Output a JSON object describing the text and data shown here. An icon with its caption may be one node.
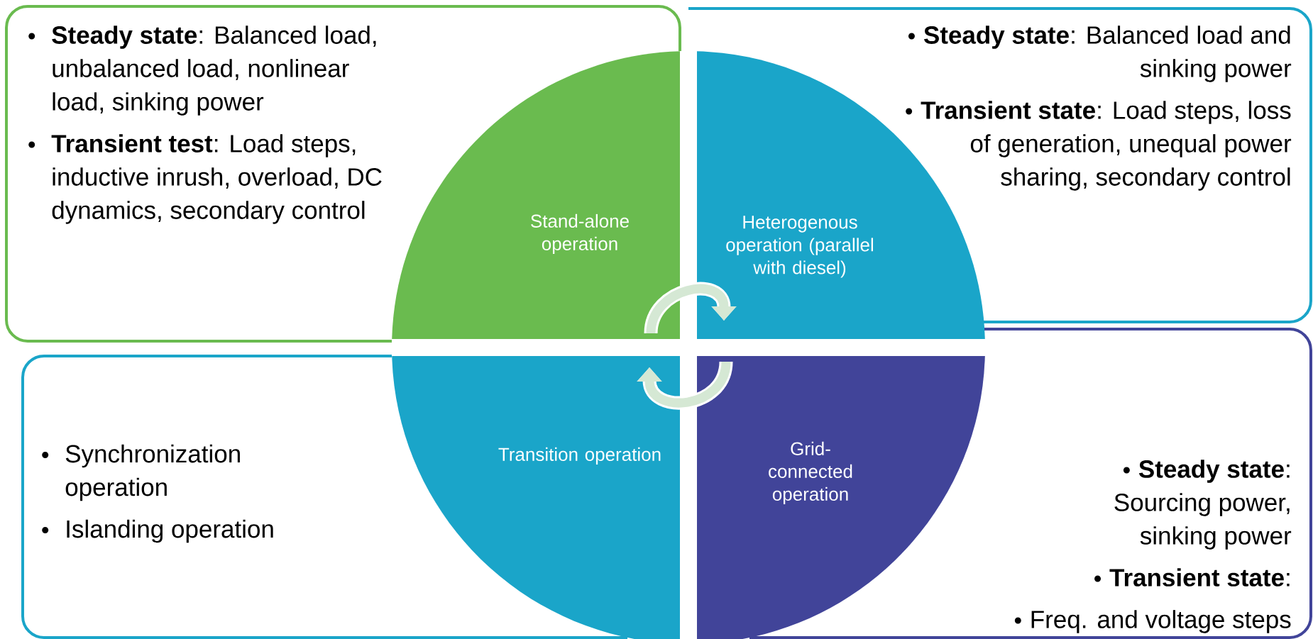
{
  "diagram": {
    "nodes": [
      {
        "text": [
          "**Steady state**: Balanced load, unbalanced load, nonlinear load, sinking power",
          "**Transient test**: Load steps, inductive inrush, overload, DC dynamics, secondary control"
        ]
      },
      {
        "text": [
          "**Steady state**: Balanced load and sinking power",
          "**Transient state**: Load steps, loss of generation, unequal power sharing, secondary control"
        ]
      },
      {
        "text": [
          "Synchronization operation",
          "Islanding operation"
        ]
      },
      {
        "text": [
          "**Steady state**: Sourcing power, sinking power",
          "**Transient state**:",
          "Freq. and voltage steps"
        ]
      },
      {
        "text": [
          "Stand-alone operation"
        ],
        "in": 0
      },
      {
        "text": [
          "Heterogenous operation (parallel with diesel)"
        ],
        "in": 1
      },
      {
        "text": [
          "Transition operation"
        ]
      },
      {
        "text": [
          "Grid-connected operation"
        ]
      }
    ],
    "edges": [
      {
        "from": 4,
        "to": 5,
        "arrow": "to"
      },
      {
        "from": 7,
        "to": 6,
        "arrow": "to"
      }
    ]
  }
}
